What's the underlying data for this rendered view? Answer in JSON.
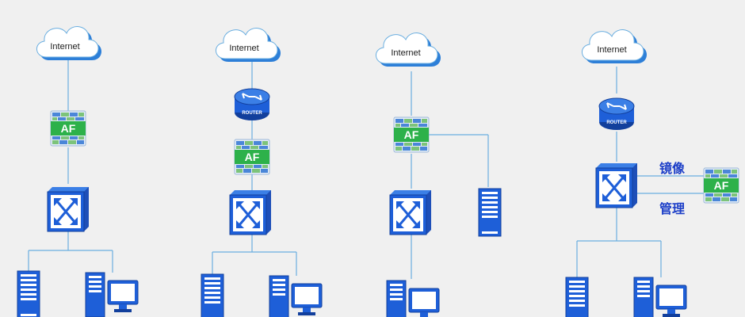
{
  "diagram": {
    "internet_label": "Internet",
    "af_label": "AF",
    "router_label": "ROUTER",
    "mirror_label": "镜像",
    "manage_label": "管理"
  },
  "colors": {
    "line": "#6aaee0",
    "device_blue": "#1e5fd8",
    "device_dark": "#123f9c",
    "af_green": "#2db14a",
    "cloud_fill": "#ffffff",
    "cloud_shadow": "#2d7fd8",
    "label_blue": "#1e40c8"
  },
  "icons": [
    "cloud-icon",
    "firewall-icon",
    "router-icon",
    "switch-icon",
    "server-icon",
    "workstation-icon"
  ]
}
